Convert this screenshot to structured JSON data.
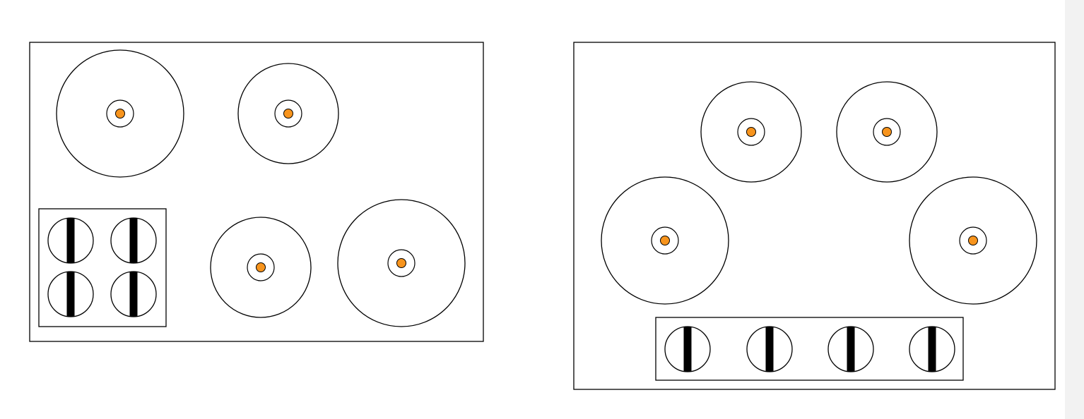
{
  "colors": {
    "background": "#ffffff",
    "stroke": "#000000",
    "burner_fill": "#ffffff",
    "indicator": "#f7941d",
    "knob_bar": "#000000",
    "side_strip": "#f2f2f2"
  },
  "cooktops": [
    {
      "name": "cooktop-left",
      "control_panel": "corner-grid-2x2",
      "burners": [
        {
          "name": "burner-large-rear-left",
          "size": "large"
        },
        {
          "name": "burner-small-rear-middle",
          "size": "small"
        },
        {
          "name": "burner-small-front-middle",
          "size": "small"
        },
        {
          "name": "burner-large-front-right",
          "size": "large"
        }
      ],
      "knobs": [
        {
          "name": "knob-1"
        },
        {
          "name": "knob-2"
        },
        {
          "name": "knob-3"
        },
        {
          "name": "knob-4"
        }
      ]
    },
    {
      "name": "cooktop-right",
      "control_panel": "front-row-1x4",
      "burners": [
        {
          "name": "burner-small-rear-left",
          "size": "small"
        },
        {
          "name": "burner-small-rear-right",
          "size": "small"
        },
        {
          "name": "burner-large-front-left",
          "size": "large"
        },
        {
          "name": "burner-large-front-right",
          "size": "large"
        }
      ],
      "knobs": [
        {
          "name": "knob-1"
        },
        {
          "name": "knob-2"
        },
        {
          "name": "knob-3"
        },
        {
          "name": "knob-4"
        }
      ]
    }
  ]
}
